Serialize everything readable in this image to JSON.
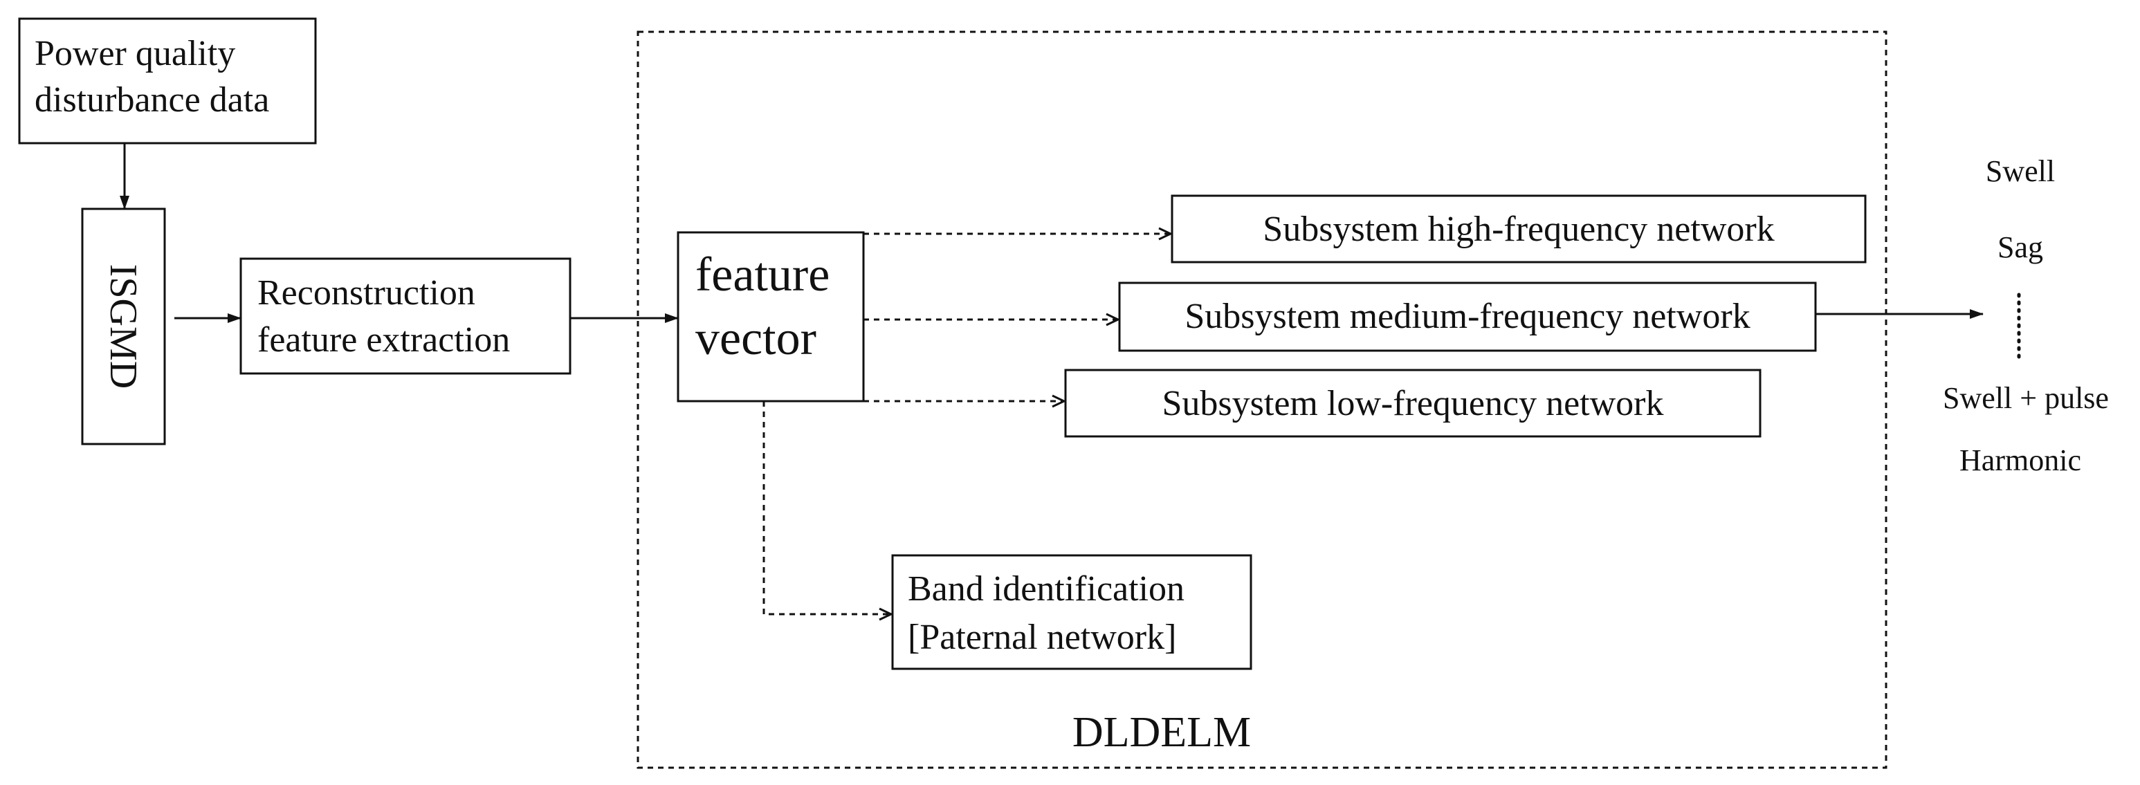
{
  "diagram": {
    "input_box": {
      "line1": "Power quality",
      "line2": "disturbance data"
    },
    "isgmd_box": {
      "label": "ISGMD"
    },
    "reconstruction_box": {
      "line1": "Reconstruction",
      "line2": "feature extraction"
    },
    "feature_box": {
      "line1": "feature",
      "line2": "vector"
    },
    "subsystems": {
      "high": "Subsystem high-frequency network",
      "medium": "Subsystem medium-frequency network",
      "low": "Subsystem low-frequency network"
    },
    "band_box": {
      "line1": "Band identification",
      "line2": "[Paternal network]"
    },
    "container_label": "DLDELM",
    "outputs": {
      "swell": "Swell",
      "sag": "Sag",
      "swell_pulse": "Swell + pulse",
      "harmonic": "Harmonic"
    }
  },
  "colors": {
    "stroke": "#111111",
    "background": "#ffffff"
  }
}
